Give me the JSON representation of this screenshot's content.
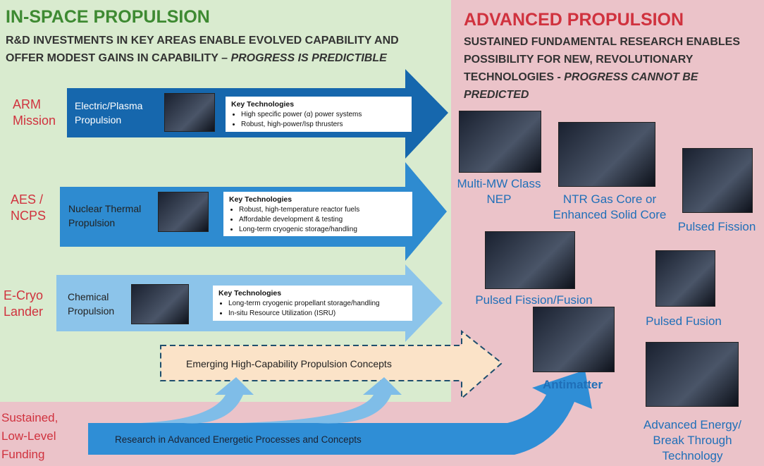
{
  "left": {
    "title": "IN-SPACE PROPULSION",
    "subtitle_line1": "R&D INVESTMENTS IN KEY AREAS ENABLE EVOLVED CAPABILITY AND",
    "subtitle_line2": "OFFER MODEST GAINS IN CAPABILITY – ",
    "subtitle_em": "PROGRESS IS PREDICTIBLE"
  },
  "right": {
    "title": "ADVANCED PROPULSION",
    "subtitle_line1": "SUSTAINED FUNDAMENTAL RESEARCH ENABLES",
    "subtitle_line2": "POSSIBILITY FOR NEW, REVOLUTIONARY",
    "subtitle_line3": "TECHNOLOGIES - ",
    "subtitle_em1": "PROGRESS CANNOT BE",
    "subtitle_em2": "PREDICTED"
  },
  "rows": [
    {
      "mission": [
        "ARM",
        "Mission"
      ],
      "label": [
        "Electric/Plasma",
        "Propulsion"
      ],
      "heading": "Key Technologies",
      "items": [
        "High specific power (α) power systems",
        "Robust, high-power/Isp thrusters"
      ]
    },
    {
      "mission": [
        "AES /",
        "NCPS"
      ],
      "label": [
        "Nuclear Thermal",
        "Propulsion"
      ],
      "heading": "Key Technologies",
      "items": [
        "Robust, high-temperature reactor fuels",
        "Affordable development & testing",
        "Long-term cryogenic storage/handling"
      ]
    },
    {
      "mission": [
        "E-Cryo",
        "Lander"
      ],
      "label": [
        "Chemical",
        "Propulsion"
      ],
      "heading": "Key Technologies",
      "items": [
        "Long-term cryogenic propellant storage/handling",
        "In-situ Resource Utilization (ISRU)"
      ]
    }
  ],
  "emerging": "Emerging High-Capability Propulsion Concepts",
  "funding": [
    "Sustained,",
    "Low-Level",
    "Funding"
  ],
  "research": "Research in Advanced Energetic Processes and Concepts",
  "concepts": [
    {
      "caption": [
        "Multi-MW Class",
        "NEP"
      ]
    },
    {
      "caption": [
        "NTR Gas Core or",
        "Enhanced Solid Core"
      ]
    },
    {
      "caption": [
        "Pulsed Fission"
      ]
    },
    {
      "caption": [
        "Pulsed Fission/Fusion"
      ]
    },
    {
      "caption": [
        "Pulsed Fusion"
      ]
    },
    {
      "caption": [
        "Antimatter"
      ]
    },
    {
      "caption": [
        "Advanced Energy/",
        "Break Through",
        "Technology"
      ]
    }
  ]
}
